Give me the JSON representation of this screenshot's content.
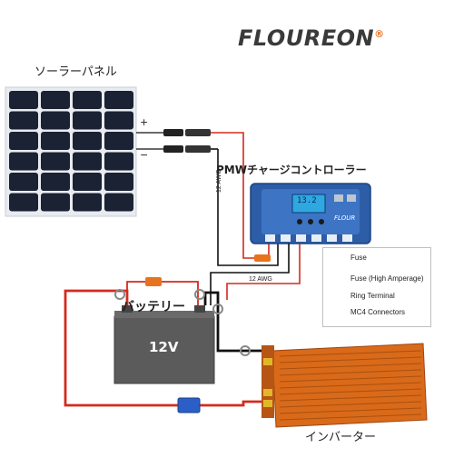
{
  "brand": {
    "name": "FLOUREON",
    "registered": "®"
  },
  "labels": {
    "solar_panel": "ソーラーパネル",
    "controller": "PMWチャージコントローラー",
    "battery": "バッテリー",
    "inverter": "インバーター",
    "battery_voltage": "12V",
    "plus": "+",
    "minus": "−",
    "wire_gauge_1": "12 AWG",
    "wire_gauge_2": "12 AWG",
    "controller_brand": "FLOUR",
    "controller_display": "13.2"
  },
  "legend": {
    "items": [
      {
        "label": "Fuse",
        "icon": "fuse-icon"
      },
      {
        "label": "Fuse (High Amperage)",
        "icon": "high-amperage-fuse-icon"
      },
      {
        "label": "Ring Terminal",
        "icon": "ring-terminal-icon"
      },
      {
        "label": "MC4 Connectors",
        "icon": "mc4-connector-icon"
      }
    ]
  },
  "colors": {
    "wire_positive": "#d42a1e",
    "wire_negative": "#111111",
    "fuse": "#e8731f",
    "high_amp_fuse": "#2b5fc7",
    "inverter": "#d96a1a",
    "battery": "#5b5b5b",
    "controller": "#2c5da6"
  }
}
